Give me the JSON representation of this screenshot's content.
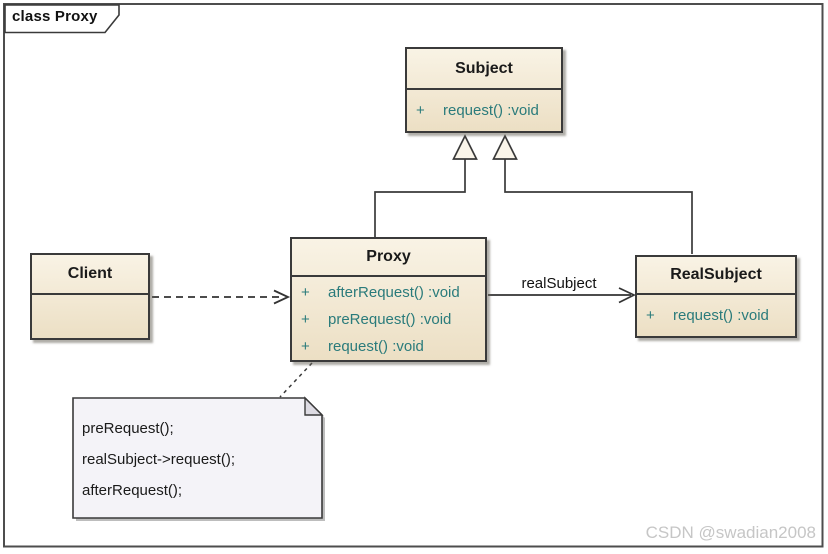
{
  "frame": {
    "title": "class Proxy"
  },
  "watermark": "CSDN @swadian2008",
  "colors": {
    "box_fill_top": "#f9f3e5",
    "box_fill_bottom": "#ecdfc4",
    "box_border": "#3a3a3a",
    "title_text": "#1a1a1a",
    "method_text": "#2a7b7b",
    "note_fill": "#f4f3f8",
    "note_fold": "#dddbe3",
    "connector": "#3a3a3a",
    "watermark_text": "#c6c6c6"
  },
  "classes": {
    "client": {
      "name": "Client",
      "methods": []
    },
    "subject": {
      "name": "Subject",
      "methods": [
        {
          "visibility": "+",
          "signature": "request() :void"
        }
      ]
    },
    "proxy": {
      "name": "Proxy",
      "methods": [
        {
          "visibility": "+",
          "signature": "afterRequest() :void"
        },
        {
          "visibility": "+",
          "signature": "preRequest() :void"
        },
        {
          "visibility": "+",
          "signature": "request() :void"
        }
      ]
    },
    "realsubject": {
      "name": "RealSubject",
      "methods": [
        {
          "visibility": "+",
          "signature": "request() :void"
        }
      ]
    }
  },
  "relationships": {
    "association_label": "realSubject",
    "generalizations": [
      {
        "from": "Proxy",
        "to": "Subject"
      },
      {
        "from": "RealSubject",
        "to": "Subject"
      }
    ],
    "dependency": {
      "from": "Client",
      "to": "Proxy"
    }
  },
  "note": {
    "lines": [
      "preRequest();",
      "realSubject->request();",
      "afterRequest();"
    ]
  }
}
